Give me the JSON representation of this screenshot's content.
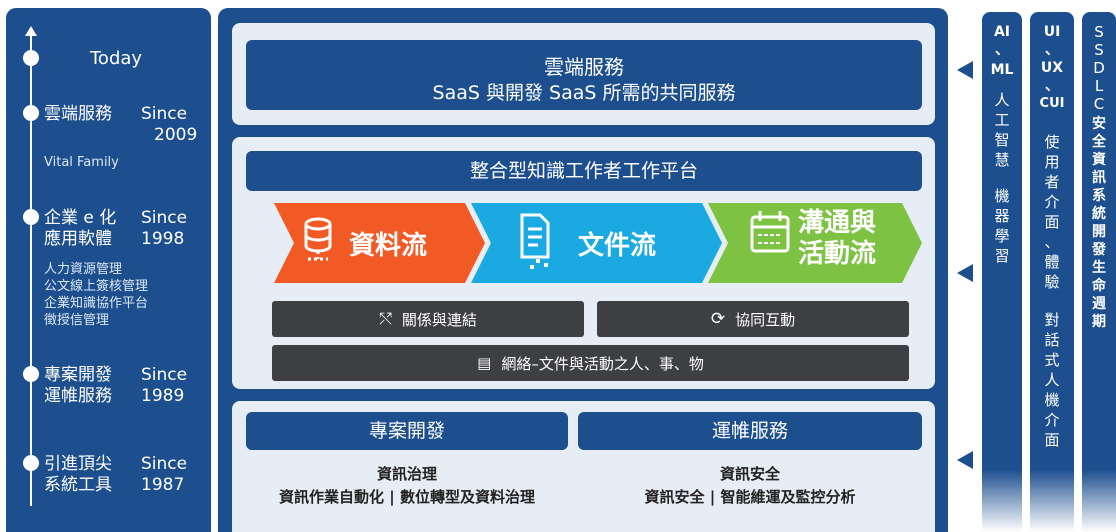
{
  "timeline": {
    "today": "Today",
    "entries": [
      {
        "title": "雲端服務",
        "since": "Since",
        "year": "2009",
        "sub": [
          "Vital Family"
        ]
      },
      {
        "title1": "企業 e 化",
        "title2": "應用軟體",
        "since": "Since",
        "year": "1998",
        "sub": [
          "人力資源管理",
          "公文線上簽核管理",
          "企業知識協作平台",
          "徵授信管理"
        ]
      },
      {
        "title1": "專案開發",
        "title2": "運帷服務",
        "since": "Since",
        "year": "1989"
      },
      {
        "title1": "引進頂尖",
        "title2": "系統工具",
        "since": "Since",
        "year": "1987"
      }
    ]
  },
  "main": {
    "cloud": {
      "line1": "雲端服務",
      "line2": "SaaS 與開發 SaaS 所需的共同服務"
    },
    "platform": {
      "title": "整合型知識工作者工作平台",
      "flows": [
        {
          "label": "資料流",
          "color": "#f15a24"
        },
        {
          "label": "文件流",
          "color": "#1ba9e1"
        },
        {
          "label1": "溝通與",
          "label2": "活動流",
          "color": "#7dc242"
        }
      ],
      "relation": "關係與連結",
      "collab": "協同互動",
      "network": "網絡–文件與活動之人、事、物"
    },
    "bottom": {
      "left": {
        "title": "專案開發",
        "sub1": "資訊治理",
        "sub2": "資訊作業自動化 | 數位轉型及資料治理"
      },
      "right": {
        "title": "運帷服務",
        "sub1": "資訊安全",
        "sub2": "資訊安全 | 智能維運及監控分析"
      }
    }
  },
  "side": {
    "ai": [
      "AI",
      "、",
      "ML",
      "人",
      "工",
      "智",
      "慧",
      "機",
      "器",
      "學",
      "習"
    ],
    "ui": [
      "UI",
      "、",
      "UX",
      "、",
      "CUI",
      "使",
      "用",
      "者",
      "介",
      "面",
      "、",
      "體",
      "驗",
      "對",
      "話",
      "式",
      "人",
      "機",
      "介",
      "面"
    ],
    "sdlc": [
      "S",
      "S",
      "D",
      "L",
      "C",
      "安",
      "全",
      "資",
      "訊",
      "系",
      "統",
      "開",
      "發",
      "生",
      "命",
      "週",
      "期"
    ]
  }
}
